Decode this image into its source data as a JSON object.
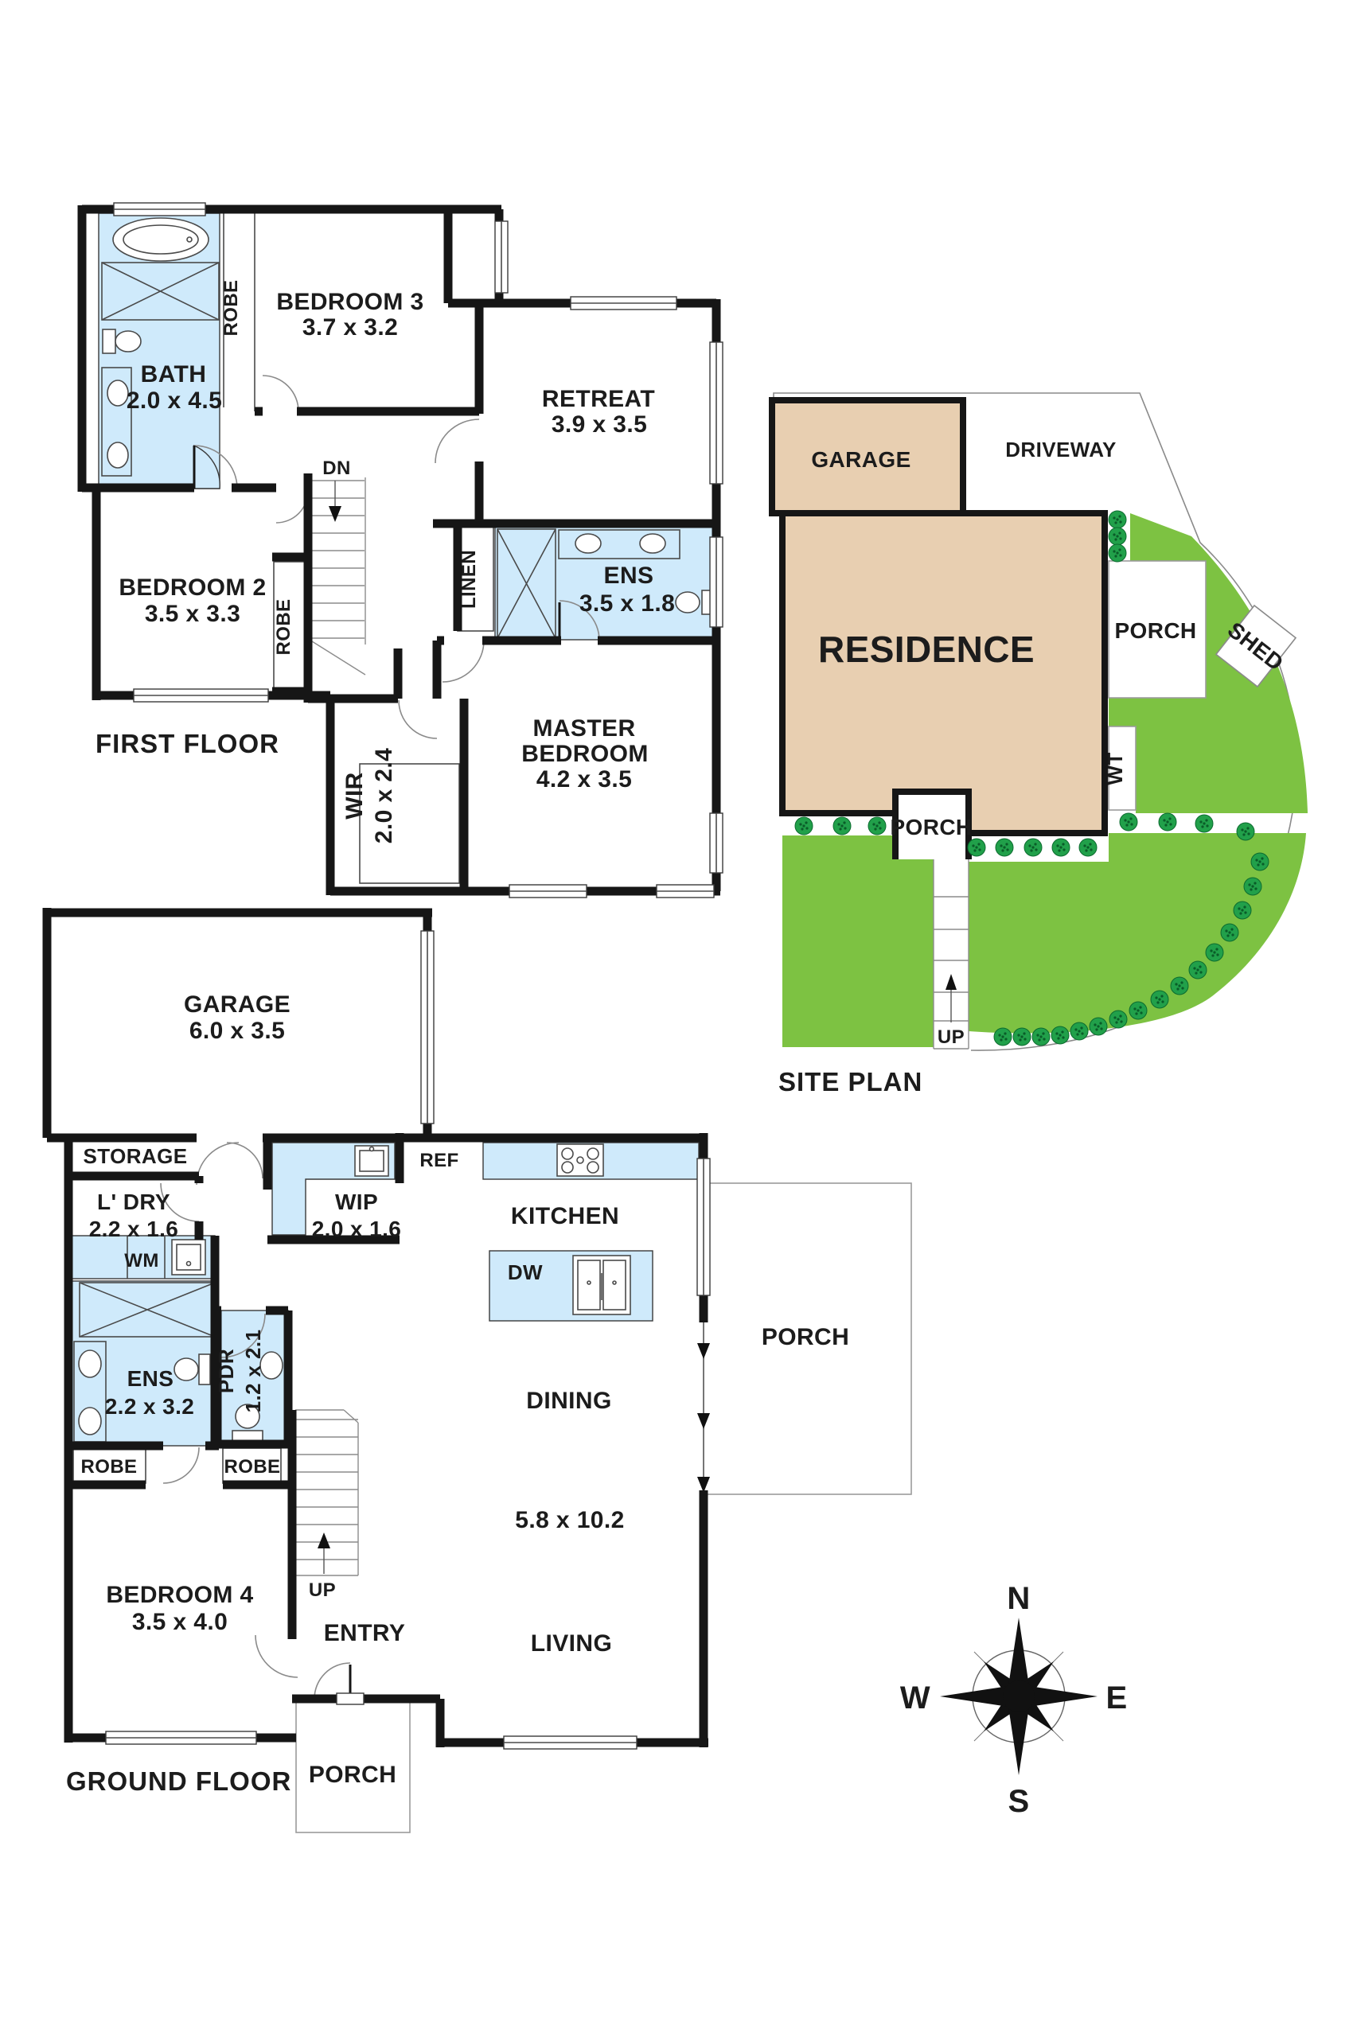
{
  "first_floor": {
    "title": "FIRST FLOOR",
    "bath": {
      "name": "BATH",
      "dims": "2.0 x 4.5"
    },
    "robe_bed3": "ROBE",
    "bedroom3": {
      "name": "BEDROOM 3",
      "dims": "3.7 x 3.2"
    },
    "retreat": {
      "name": "RETREAT",
      "dims": "3.9 x 3.5"
    },
    "dn": "DN",
    "bedroom2": {
      "name": "BEDROOM 2",
      "dims": "3.5 x 3.3"
    },
    "robe_bed2": "ROBE",
    "linen": "LINEN",
    "ens": {
      "name": "ENS",
      "dims": "3.5 x 1.8"
    },
    "wir": {
      "name": "WIR",
      "dims": "2.0 x 2.4"
    },
    "master": {
      "line1": "MASTER",
      "line2": "BEDROOM",
      "dims": "4.2 x 3.5"
    }
  },
  "site_plan": {
    "title": "SITE PLAN",
    "garage": "GARAGE",
    "driveway": "DRIVEWAY",
    "residence": "RESIDENCE",
    "porch_east": "PORCH",
    "shed": "SHED",
    "wt": "WT",
    "porch_south": "PORCH",
    "up": "UP"
  },
  "ground_floor": {
    "title": "GROUND FLOOR",
    "garage": {
      "name": "GARAGE",
      "dims": "6.0 x 3.5"
    },
    "storage": "STORAGE",
    "ldry": {
      "name": "L' DRY",
      "dims": "2.2 x 1.6"
    },
    "wm": "WM",
    "wip": {
      "name": "WIP",
      "dims": "2.0 x 1.6"
    },
    "ref": "REF",
    "kitchen": "KITCHEN",
    "dw": "DW",
    "porch_east": "PORCH",
    "dining": "DINING",
    "ens": {
      "name": "ENS",
      "dims": "2.2 x 3.2"
    },
    "pdr": {
      "name": "PDR",
      "dims": "1.2 x 2.1"
    },
    "robe_left": "ROBE",
    "robe_right": "ROBE",
    "open_plan_dims": "5.8 x 10.2",
    "living": "LIVING",
    "bedroom4": {
      "name": "BEDROOM 4",
      "dims": "3.5 x 4.0"
    },
    "up": "UP",
    "entry": "ENTRY",
    "porch_south": "PORCH"
  },
  "compass": {
    "north": "N",
    "south": "S",
    "east": "E",
    "west": "W"
  },
  "colors": {
    "wet_area": "#cfeafb",
    "building": "#e8cfb1",
    "grass": "#7dc242",
    "wall": "#161616"
  }
}
